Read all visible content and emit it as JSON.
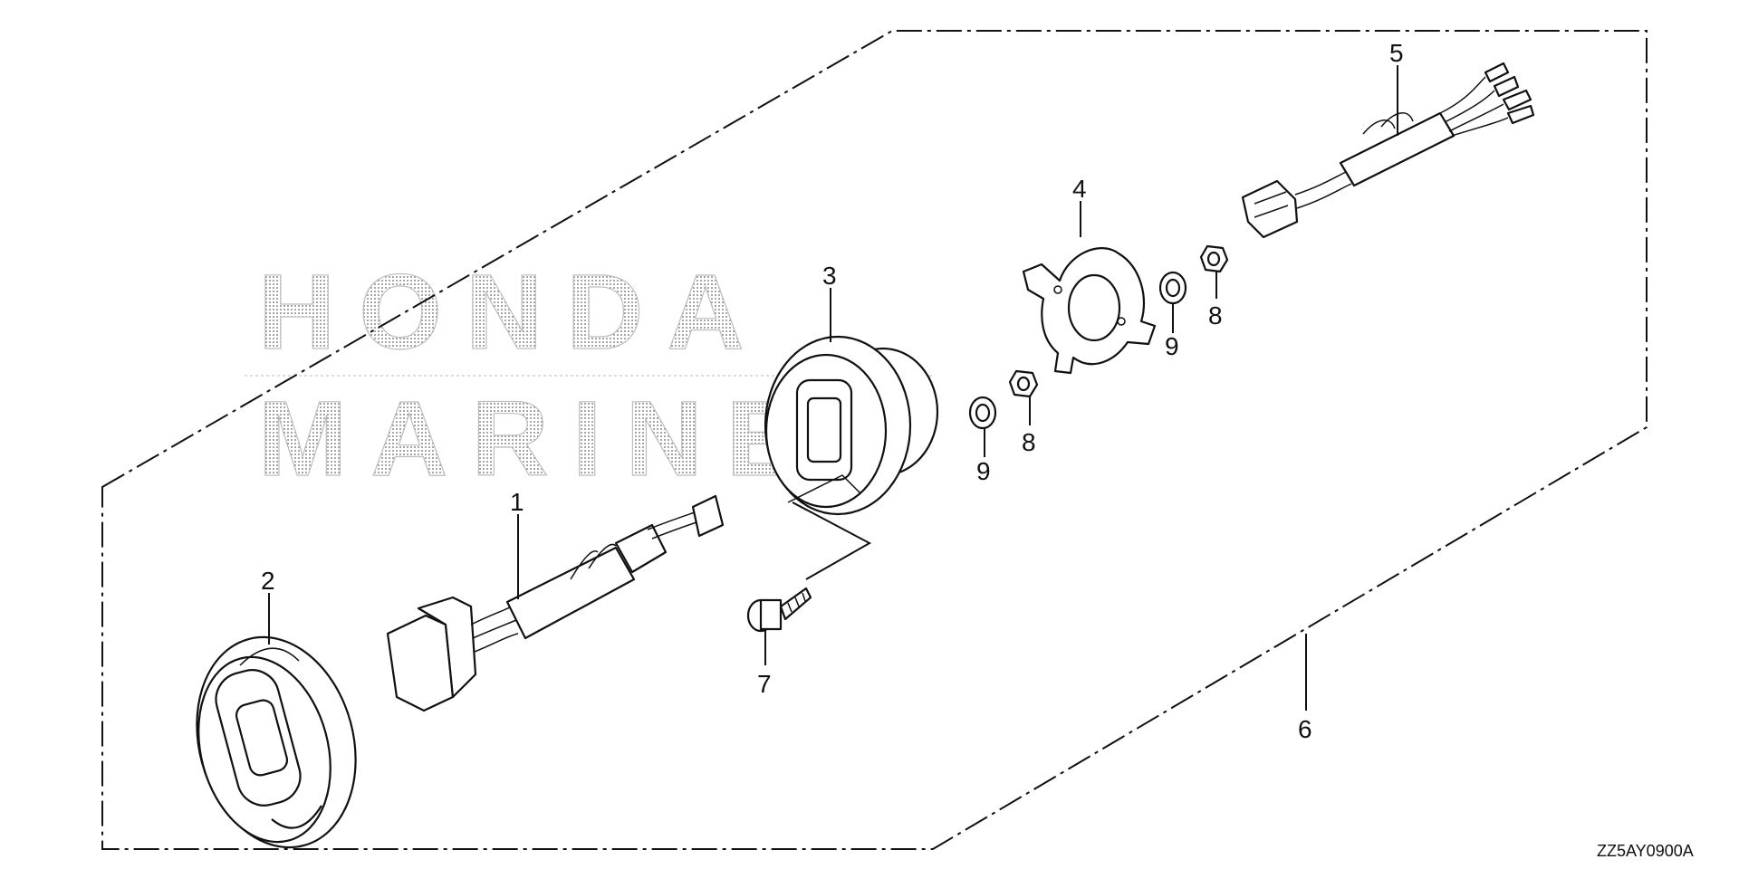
{
  "watermark": {
    "line1": "HONDA",
    "line2": "MARINE"
  },
  "callouts": [
    "1",
    "2",
    "3",
    "4",
    "5",
    "6",
    "7",
    "8",
    "9",
    "8",
    "9"
  ],
  "reference_code": "ZZ5AY0900A",
  "colors": {
    "ink": "#111111",
    "watermark": "#9a9a9a",
    "background": "#ffffff"
  }
}
